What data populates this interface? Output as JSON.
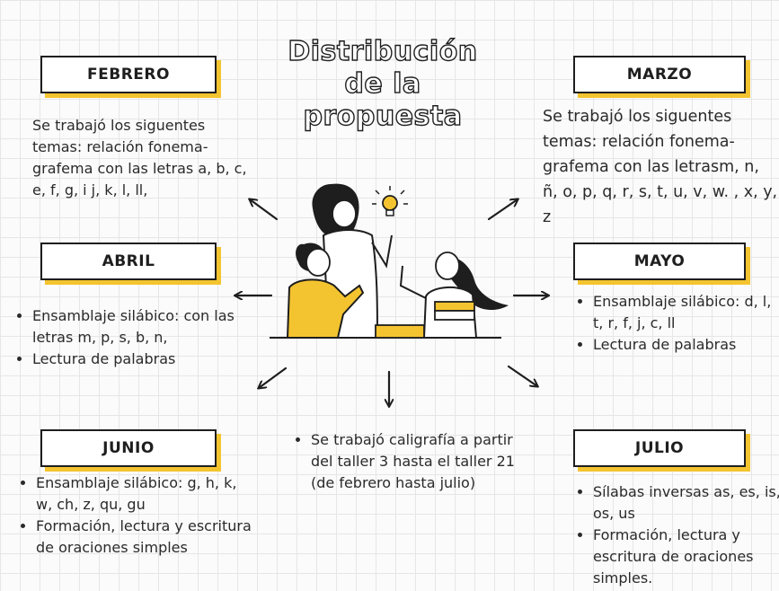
{
  "title": [
    "Distribución",
    "de la",
    "propuesta"
  ],
  "boxes": {
    "febrero": {
      "label": "FEBRERO",
      "text": "Se trabajó los siguentes temas: relación fonema-grafema con las letras a, b, c, e, f, g, i j, k, l, ll,"
    },
    "marzo": {
      "label": "MARZO",
      "text": "Se trabajó los siguentes temas: relación fonema-grafema con las letrasm, n, ñ, o, p, q, r, s, t, u, v, w. , x, y, z"
    },
    "abril": {
      "label": "ABRIL",
      "items": [
        "Ensamblaje silábico: con las letras m, p, s, b, n,",
        "Lectura de palabras"
      ]
    },
    "mayo": {
      "label": "MAYO",
      "items": [
        "Ensamblaje silábico: d, l, t, r, f, j, c, ll",
        "Lectura de palabras"
      ]
    },
    "junio": {
      "label": "JUNIO",
      "items": [
        "Ensamblaje silábico: g, h, k, w, ch, z, qu, gu",
        "Formación, lectura y escritura de oraciones simples"
      ]
    },
    "julio": {
      "label": "JULIO",
      "items": [
        "Sílabas inversas as, es, is, os, us",
        "Formación, lectura y escritura de oraciones simples."
      ]
    },
    "center": {
      "items": [
        "Se trabajó caligrafía a partir del taller 3 hasta el taller 21 (de febrero hasta julio)"
      ]
    }
  },
  "colors": {
    "accent": "#f4c430",
    "ink": "#1e1e1e",
    "grid": "#e6e6e6"
  },
  "illustration": {
    "icons": [
      "lightbulb-icon",
      "books-icon"
    ]
  }
}
